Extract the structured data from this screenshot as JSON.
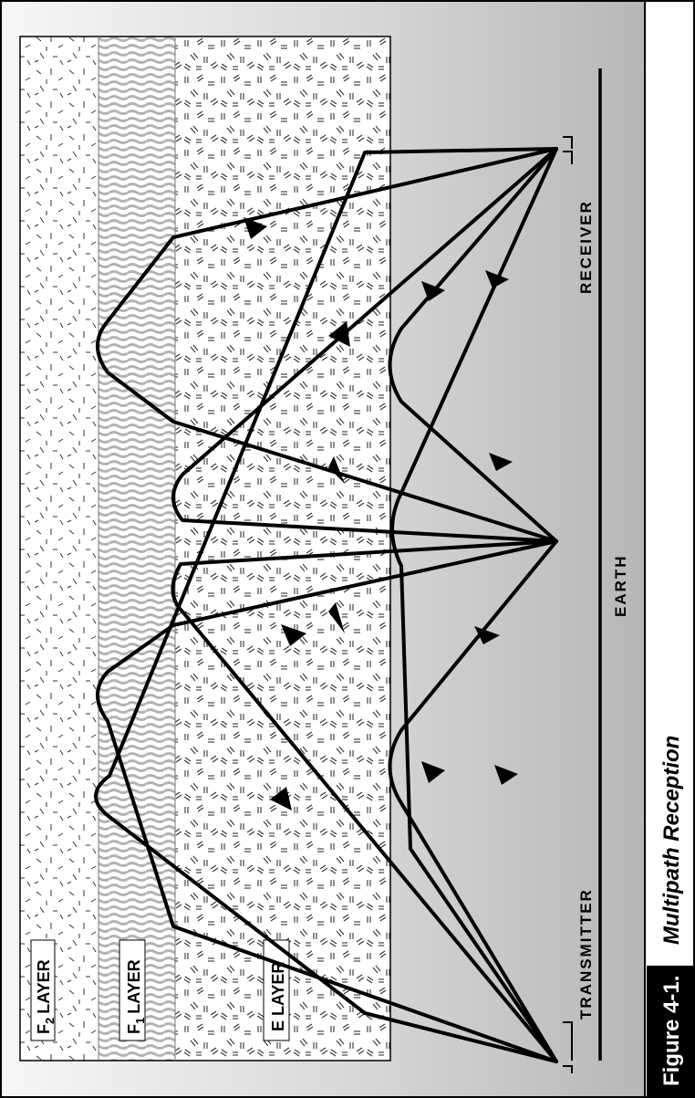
{
  "figure": {
    "number": "Figure 4-1.",
    "title": "Multipath Reception"
  },
  "layers": {
    "f2": {
      "label": "LAYER",
      "prefix": "F",
      "sub": "2"
    },
    "f1": {
      "label": "LAYER",
      "prefix": "F",
      "sub": "1"
    },
    "e": {
      "label": "E LAYER"
    }
  },
  "labels": {
    "transmitter": "TRANSMITTER",
    "receiver": "RECEIVER",
    "earth": "EARTH"
  },
  "colors": {
    "frame": "#000000",
    "caption_bg": "#000000",
    "caption_text": "#ffffff",
    "f1_wave": "#b3b3b3",
    "gradient_light": "#f4f4f4",
    "gradient_dark": "#b9b9b9"
  }
}
